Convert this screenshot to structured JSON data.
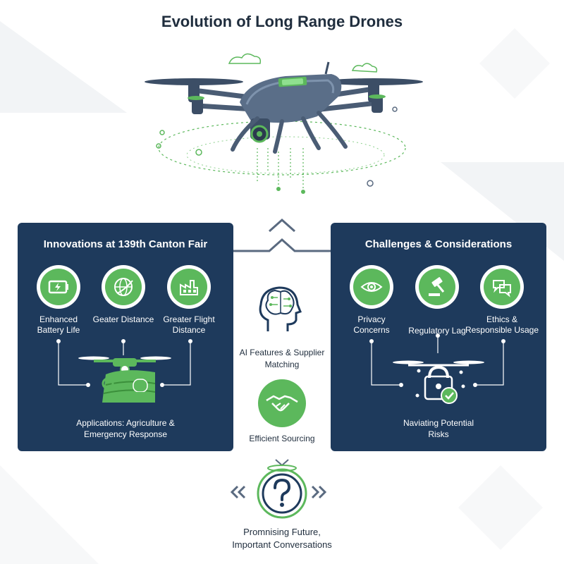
{
  "title": "Evolution of Long Range Drones",
  "colors": {
    "navy": "#1e3a5c",
    "green": "#5cb85c",
    "dark_text": "#1f2d3d",
    "slate": "#5a6a80"
  },
  "innovations": {
    "title": "Innovations at 139th Canton Fair",
    "features": [
      {
        "label": "Enhanced Battery Life",
        "icon": "battery-icon"
      },
      {
        "label": "Geater Distance",
        "icon": "globe-icon"
      },
      {
        "label": "Greater Flight Distance",
        "icon": "factory-icon"
      }
    ],
    "caption": "Applications: Agriculture & Emergency Response"
  },
  "challenges": {
    "title": "Challenges & Considerations",
    "features": [
      {
        "label": "Privacy Concerns",
        "icon": "eye-icon"
      },
      {
        "label": "Regulatory Lag",
        "icon": "gavel-icon"
      },
      {
        "label": "Ethics & Responsible Usage",
        "icon": "speech-bubbles-icon"
      }
    ],
    "caption": "Naviating Potential Risks"
  },
  "center": {
    "ai_label": "AI Features & Supplier Matching",
    "sourcing_label": "Efficient Sourcing"
  },
  "footer": {
    "label": "Promnising Future, Important Conversations"
  }
}
